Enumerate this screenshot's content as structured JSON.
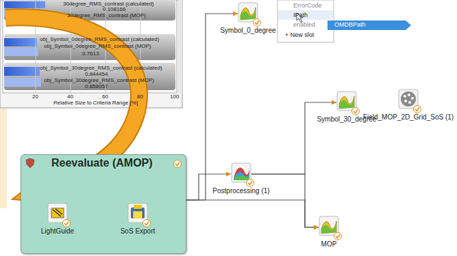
{
  "diagram": {
    "nodes": [
      {
        "text": [
          "Reevaluate (AMOP)"
        ]
      },
      {
        "text": [
          "LightGuide"
        ],
        "in": 0
      },
      {
        "text": [
          "SoS Export"
        ],
        "in": 0
      },
      {
        "text": [
          "Symbol_0_degree"
        ]
      },
      {
        "text": [
          "Postprocessing (1)"
        ]
      },
      {
        "text": [
          "Symbol_30_degree"
        ]
      },
      {
        "text": [
          "Field_MOP_2D_Grid_SoS (1)"
        ]
      },
      {
        "text": [
          "MOP"
        ]
      }
    ],
    "edges": [
      {
        "from": 0,
        "to": 3,
        "arrow": "to"
      },
      {
        "from": 0,
        "to": 4,
        "arrow": "to"
      },
      {
        "from": 0,
        "to": 7,
        "arrow": "to"
      },
      {
        "from": 4,
        "to": 5,
        "arrow": "to"
      },
      {
        "from": 4,
        "to": 7,
        "arrow": "to"
      },
      {
        "from": 1,
        "to": 2,
        "arrow": "to"
      }
    ],
    "labels": [
      "30degree_RMS_contrast (calculated)",
      "0.108166",
      "30degree_RMS_contrast (MOP)",
      "obj_Symbol_0degree_RMS_contrast (calculated)",
      "obj_Symbol_0degree_RMS_contrast (MOP)",
      "0.7613",
      "obj_Symbol_30degree_RMS_contrast (calculated)",
      "0.844454",
      "obj_Symbol_30degree_RMS_contrast (MOP)",
      "0.858057",
      "20",
      "40",
      "60",
      "80",
      "100",
      "Relative Size to Criteria Range [%]",
      "ErrorCode",
      "IPath",
      "enabled",
      "+ New slot",
      "OMDBPath"
    ]
  }
}
